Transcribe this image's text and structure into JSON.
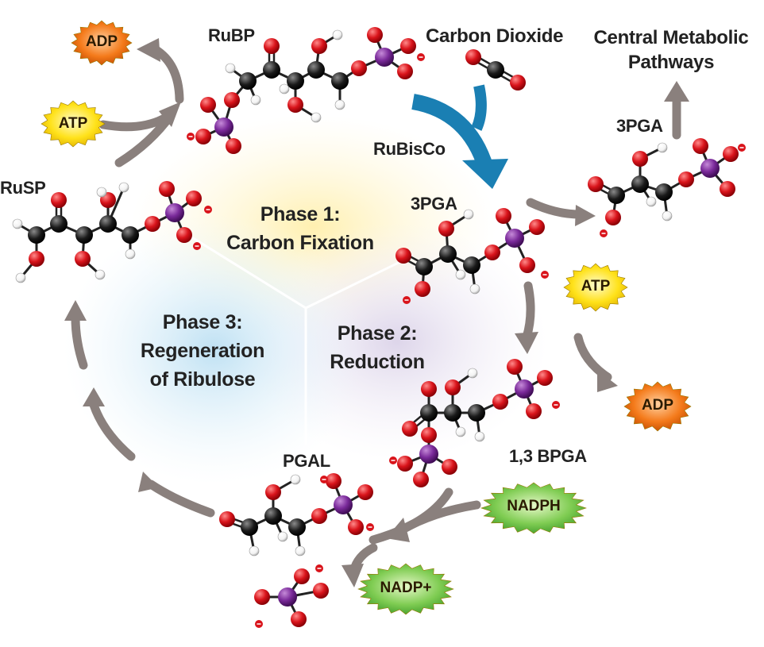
{
  "labels": {
    "rubp": "RuBP",
    "carbon_dioxide": "Carbon Dioxide",
    "central_metabolic": [
      "Central Metabolic",
      "Pathways"
    ],
    "rubisco": "RuBisCo",
    "pga_right": "3PGA",
    "pga_center": "3PGA",
    "rusp": "RuSP",
    "bpga": "1,3 BPGA",
    "pgal": "PGAL"
  },
  "phases": {
    "phase1": [
      "Phase 1:",
      "Carbon Fixation"
    ],
    "phase2": [
      "Phase 2:",
      "Reduction"
    ],
    "phase3": [
      "Phase 3:",
      "Regeneration",
      "of Ribulose"
    ]
  },
  "badges": {
    "atp_top": "ATP",
    "adp_top": "ADP",
    "atp_right": "ATP",
    "adp_right": "ADP",
    "nadph": "NADPH",
    "nadp_plus": "NADP+"
  },
  "colors": {
    "carbon": "#1a1a1a",
    "oxygen": "#d9141b",
    "hydrogen": "#ffffff",
    "phosphorus": "#7a2a9a",
    "arrow": "#8a807d",
    "rubisco_arrow": "#1a7fb3",
    "atp_fill": "#ffe21a",
    "adp_fill": "#f47a1a",
    "nadph_fill": "#6cc24a",
    "phase1_tint": "#fff1b8",
    "phase2_tint": "#ece6f2",
    "phase3_tint": "#d6ecf7"
  }
}
